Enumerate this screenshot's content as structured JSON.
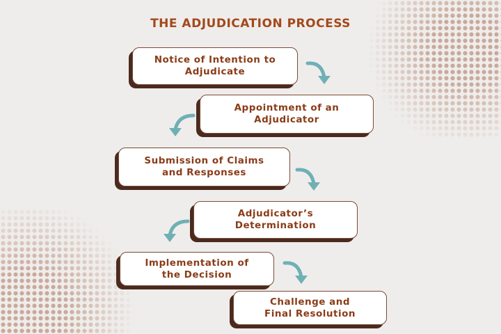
{
  "title": "THE ADJUDICATION PROCESS",
  "steps": [
    {
      "label": "Notice of Intention to\nAdjudicate"
    },
    {
      "label": "Appointment of an\nAdjudicator"
    },
    {
      "label": "Submission of Claims\nand Responses"
    },
    {
      "label": "Adjudicator’s\nDetermination"
    },
    {
      "label": "Implementation of\nthe Decision"
    },
    {
      "label": "Challenge and\nFinal Resolution"
    }
  ],
  "colors": {
    "title": "#a3491c",
    "arrow": "#6fb0b5",
    "shadow": "#4a2a1f"
  }
}
